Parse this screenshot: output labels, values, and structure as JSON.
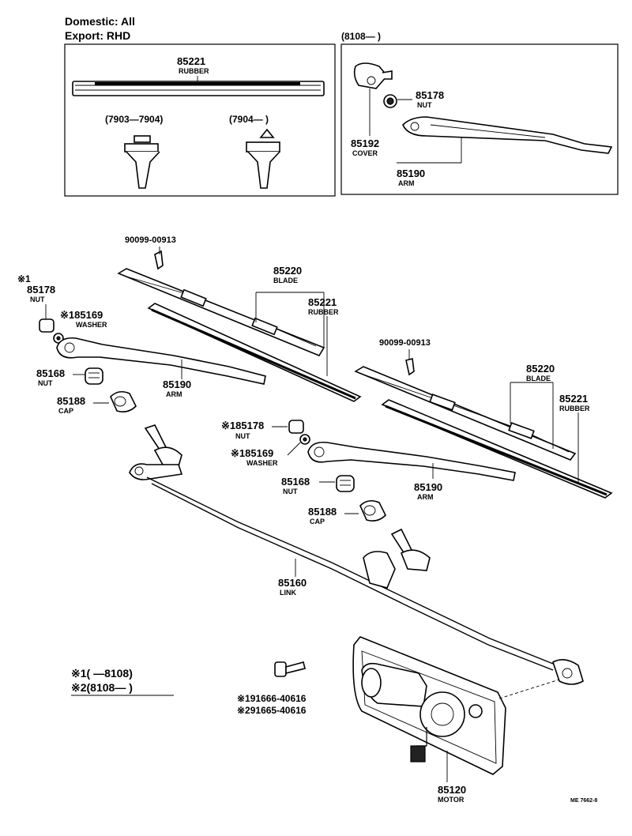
{
  "header": {
    "line1": "Domestic: All",
    "line2": "Export: RHD"
  },
  "box_left": {
    "rubber_number": "85221",
    "rubber_name": "RUBBER",
    "clip_a_label": "(7903—7904)",
    "clip_b_label": "(7904—        )"
  },
  "box_right": {
    "date_label": "(8108—        )",
    "nut_number": "85178",
    "nut_name": "NUT",
    "cover_number": "85192",
    "cover_name": "COVER",
    "arm_number": "85190",
    "arm_name": "ARM"
  },
  "upper_set": {
    "screw_number": "90099-00913",
    "nut_mark": "※1",
    "nut_number": "85178",
    "nut_name": "NUT",
    "washer_number": "※185169",
    "washer_name": "WASHER",
    "blade_number": "85220",
    "blade_name": "BLADE",
    "rubber_number": "85221",
    "rubber_name": "RUBBER",
    "nut2_number": "85168",
    "nut2_name": "NUT",
    "arm_number": "85190",
    "arm_name": "ARM",
    "cap_number": "85188",
    "cap_name": "CAP"
  },
  "lower_set": {
    "screw_number": "90099-00913",
    "blade_number": "85220",
    "blade_name": "BLADE",
    "rubber_number": "85221",
    "rubber_name": "RUBBER",
    "nut_number": "※185178",
    "nut_name": "NUT",
    "washer_number": "※185169",
    "washer_name": "WASHER",
    "nut2_number": "85168",
    "nut2_name": "NUT",
    "arm_number": "85190",
    "arm_name": "ARM",
    "cap_number": "85188",
    "cap_name": "CAP"
  },
  "link": {
    "number": "85160",
    "name": "LINK"
  },
  "motor": {
    "number": "85120",
    "name": "MOTOR",
    "bolt1": "※191666-40616",
    "bolt2": "※291665-40616"
  },
  "legend": {
    "line1": "※1(        —8108)",
    "line2": "※2(8108—        )"
  },
  "footer": {
    "ref": "ME 7662-8"
  }
}
